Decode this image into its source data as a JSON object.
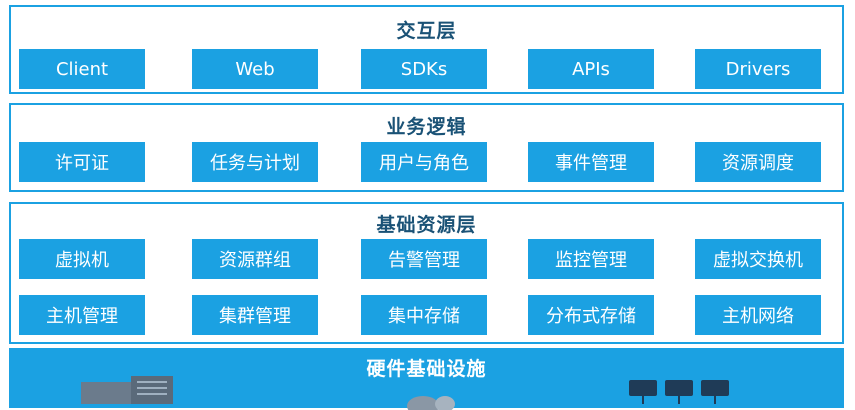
{
  "layers": [
    {
      "title": "交互层",
      "rows": [
        [
          "Client",
          "Web",
          "SDKs",
          "APIs",
          "Drivers"
        ]
      ]
    },
    {
      "title": "业务逻辑",
      "rows": [
        [
          "许可证",
          "任务与计划",
          "用户与角色",
          "事件管理",
          "资源调度"
        ]
      ]
    },
    {
      "title": "基础资源层",
      "rows": [
        [
          "虚拟机",
          "资源群组",
          "告警管理",
          "监控管理",
          "虚拟交换机"
        ],
        [
          "主机管理",
          "集群管理",
          "集中存储",
          "分布式存储",
          "主机网络"
        ]
      ]
    }
  ],
  "hardware": {
    "title": "硬件基础设施"
  },
  "colors": {
    "accent": "#1ba1e2",
    "title_text": "#1a5276",
    "box_text": "#ffffff"
  },
  "icons": [
    "server-rack-icon",
    "storage-disk-icon",
    "network-switch-icon"
  ]
}
